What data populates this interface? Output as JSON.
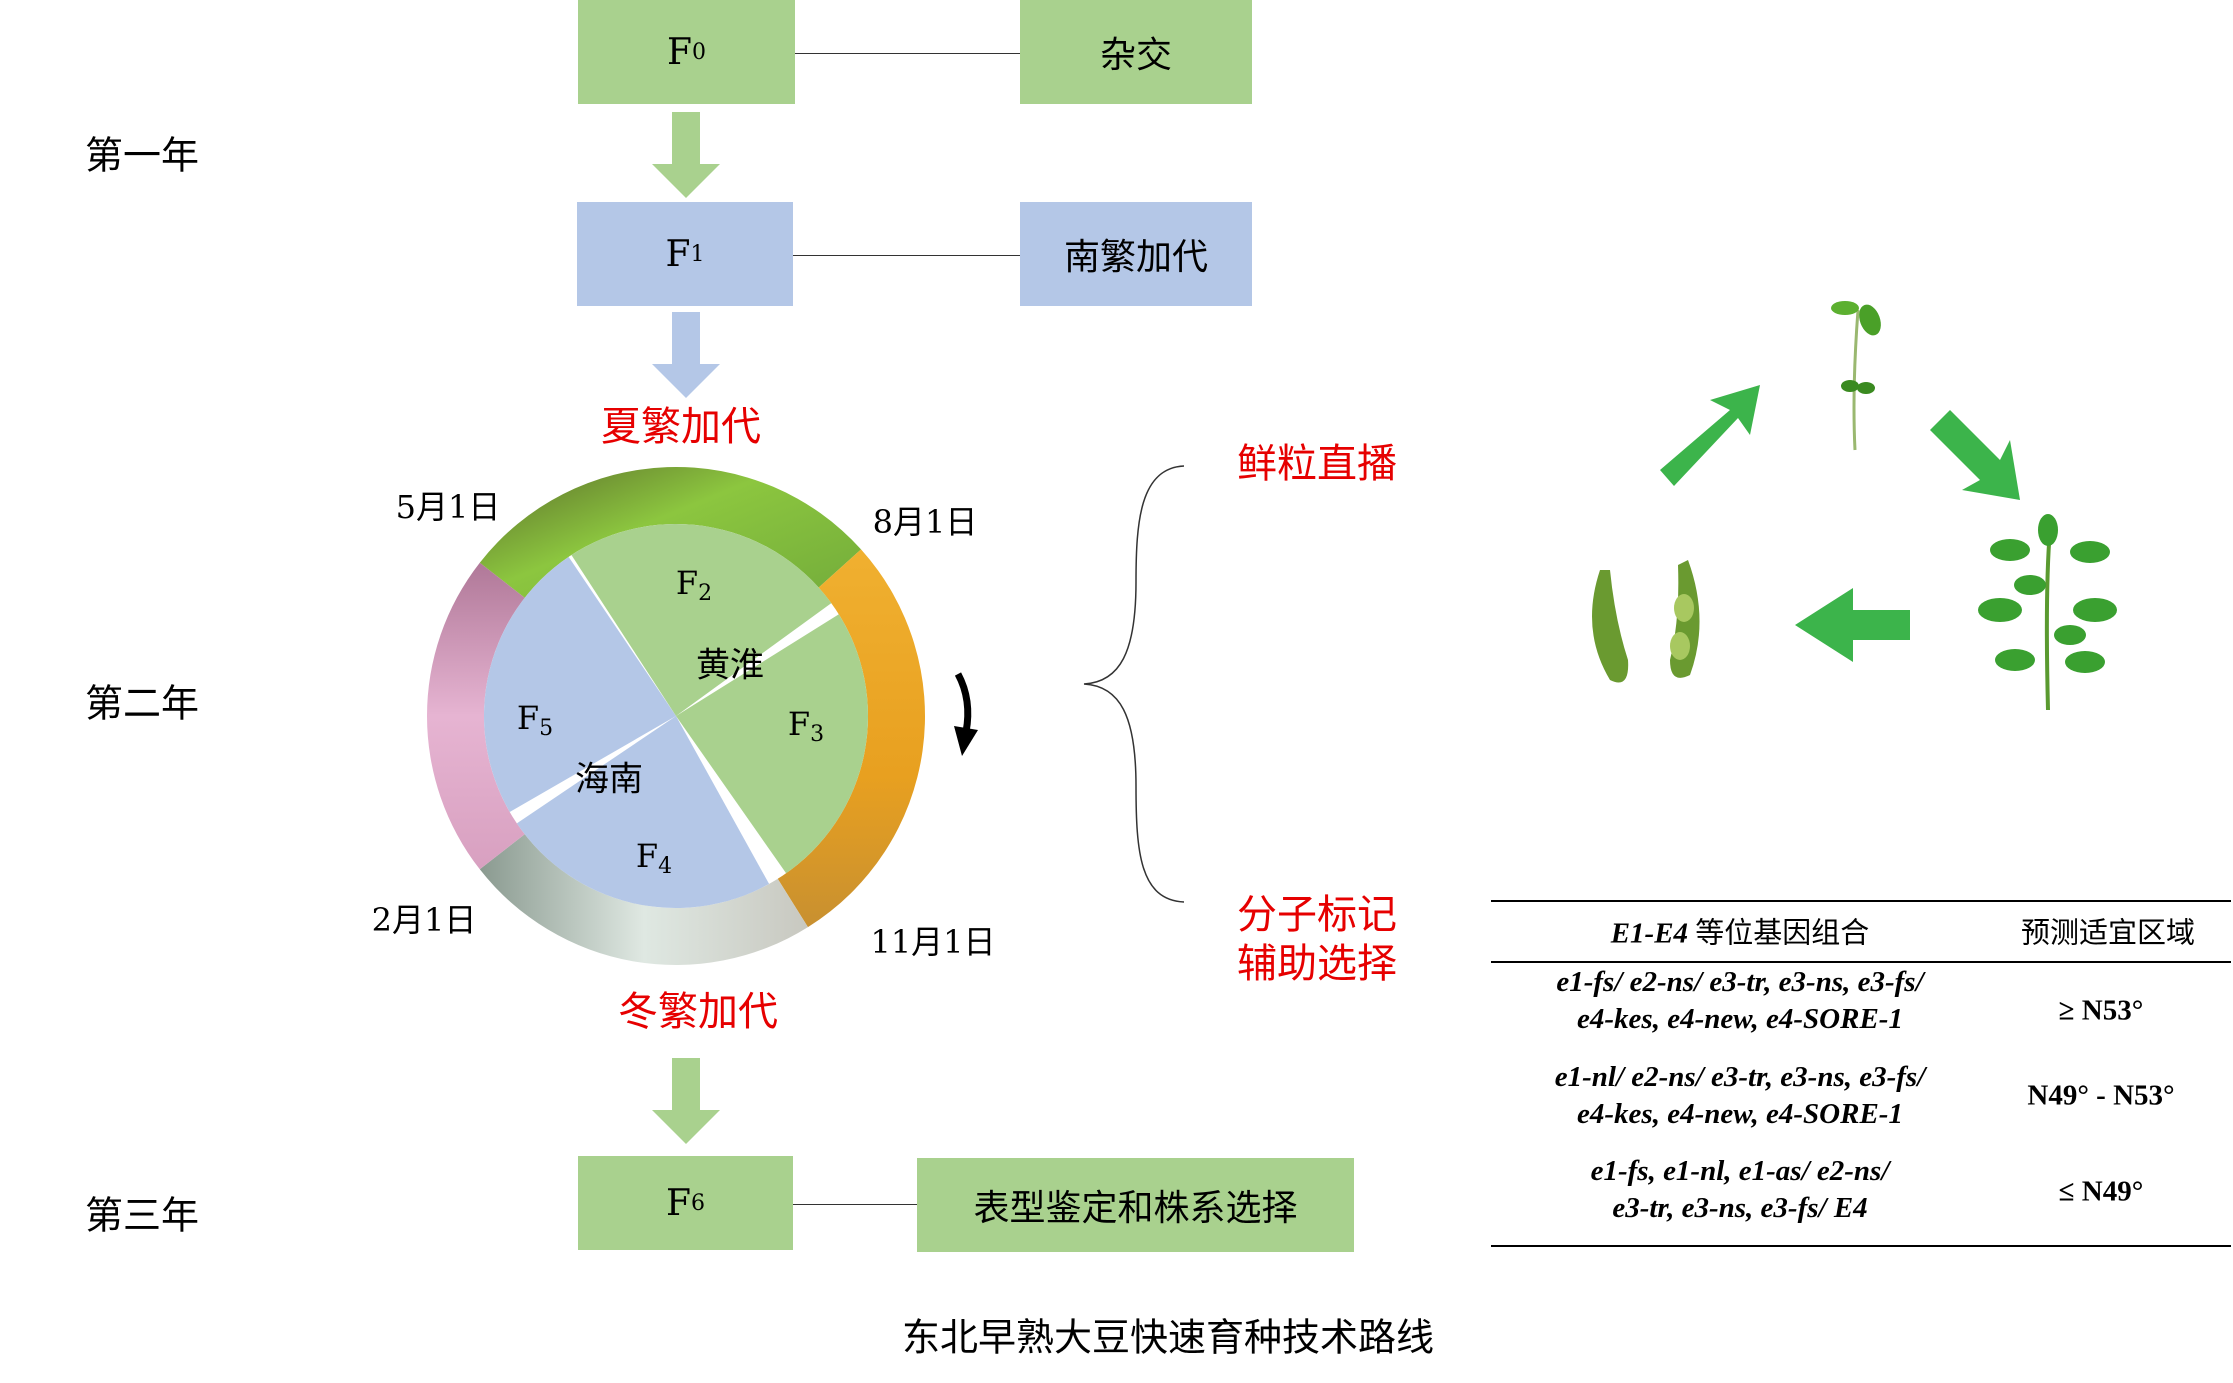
{
  "years": [
    "第一年",
    "第二年",
    "第三年"
  ],
  "boxes": {
    "f0": {
      "label": "F",
      "sub": "0"
    },
    "cross": "杂交",
    "f1": {
      "label": "F",
      "sub": "1"
    },
    "south_gen": "南繁加代",
    "f6": {
      "label": "F",
      "sub": "6"
    },
    "phenotype": "表型鉴定和株系选择"
  },
  "summer_gen": "夏繁加代",
  "winter_gen": "冬繁加代",
  "cycle": {
    "dates": [
      "5月1日",
      "8月1日",
      "2月1日",
      "11月1日"
    ],
    "sectors": [
      {
        "label": "F",
        "sub": "2"
      },
      {
        "label": "F",
        "sub": "3"
      },
      {
        "label": "F",
        "sub": "4"
      },
      {
        "label": "F",
        "sub": "5"
      }
    ],
    "region_north": "黄淮",
    "region_south": "海南"
  },
  "methods": {
    "fresh_seed": "鲜粒直播",
    "marker_1": "分子标记",
    "marker_2": "辅助选择"
  },
  "table": {
    "header_italic": "E1-E4",
    "header_rest": " 等位基因组合",
    "header_region": "预测适宜区域",
    "rows": [
      {
        "line1": "e1-fs/ e2-ns/ e3-tr, e3-ns, e3-fs/",
        "line2": "e4-kes, e4-new, e4-SORE-1",
        "region": "≥ N53°"
      },
      {
        "line1": "e1-nl/ e2-ns/ e3-tr, e3-ns, e3-fs/",
        "line2": "e4-kes, e4-new, e4-SORE-1",
        "region": "N49° - N53°"
      },
      {
        "line1": "e1-fs, e1-nl, e1-as/ e2-ns/",
        "line2": "e3-tr, e3-ns, e3-fs/ E4",
        "region": "≤ N49°"
      }
    ]
  },
  "title": "东北早熟大豆快速育种技术路线",
  "colors": {
    "green": "#a9d18e",
    "blue": "#b4c7e7",
    "red": "#e60000",
    "cycle_arrow": "#3cb44b"
  }
}
